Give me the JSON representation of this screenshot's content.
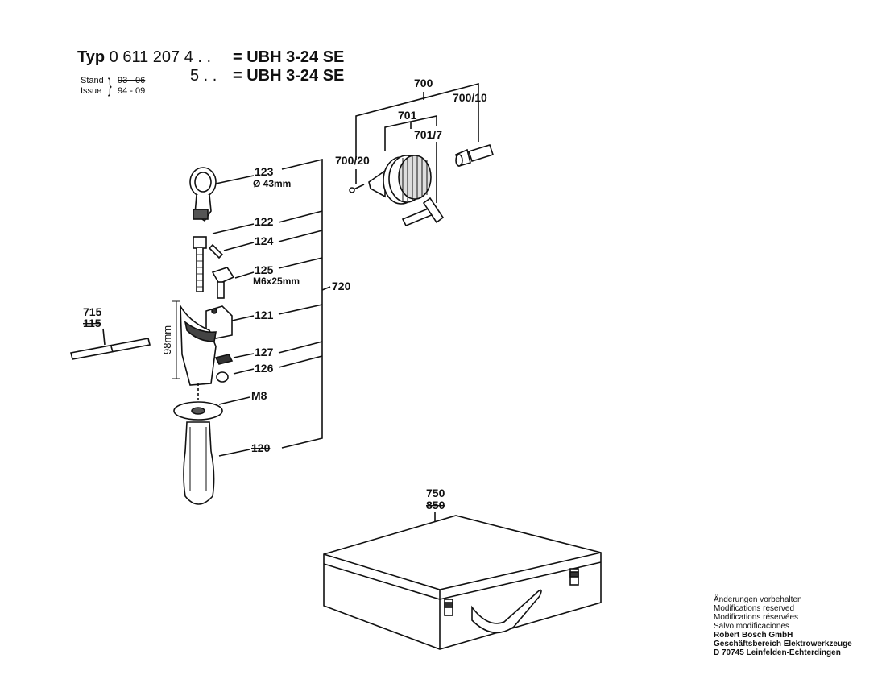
{
  "header": {
    "typ_label": "Typ",
    "typ_number": "0 611 207",
    "variant_1": "4 . .",
    "variant_2": "5 . .",
    "model_1": "= UBH 3-24 SE",
    "model_2": "= UBH 3-24 SE",
    "stand_label": "Stand",
    "issue_label": "Issue",
    "stand_value": "93 - 06",
    "issue_value": "94 - 09"
  },
  "labels": {
    "p700": "700",
    "p700_10": "700/10",
    "p701": "701",
    "p701_7": "701/7",
    "p700_20": "700/20",
    "p123": "123",
    "p123_dim": "Ø 43mm",
    "p122": "122",
    "p124": "124",
    "p125": "125",
    "p125_dim": "M6x25mm",
    "p720": "720",
    "p121": "121",
    "p127": "127",
    "p126": "126",
    "pM8": "M8",
    "p120": "120",
    "p715": "715",
    "p115": "115",
    "dim_98": "98mm",
    "p750": "750",
    "p850": "850"
  },
  "footer": {
    "line1": "Änderungen vorbehalten",
    "line2": "Modifications reserved",
    "line3": "Modifications réservées",
    "line4": "Salvo modificaciones",
    "company": "Robert Bosch GmbH",
    "division": "Geschäftsbereich Elektrowerkzeuge",
    "address": "D 70745 Leinfelden-Echterdingen"
  }
}
